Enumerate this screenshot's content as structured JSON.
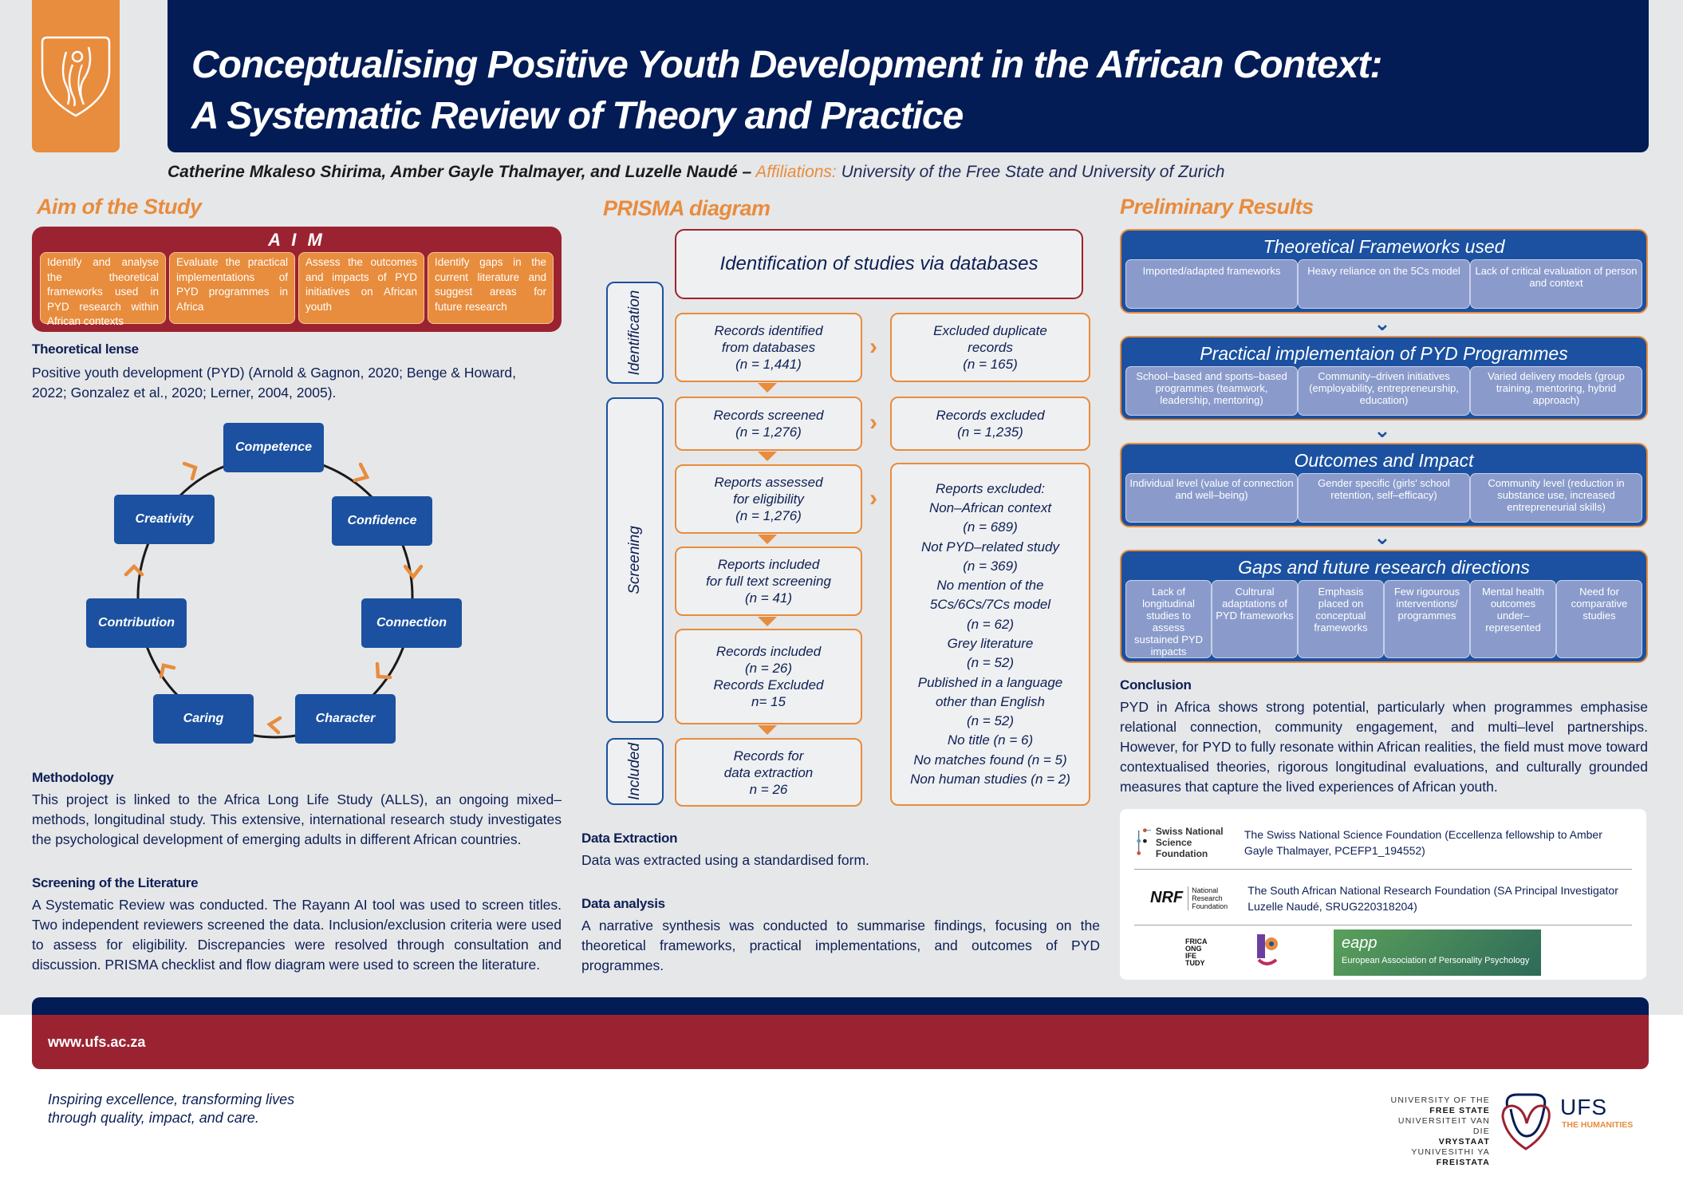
{
  "header": {
    "title_line1": "Conceptualising Positive Youth Development in the African Context:",
    "title_line2": "A Systematic Review of Theory and Practice",
    "authors": "Catherine Mkaleso Shirima, Amber Gayle Thalmayer, and Luzelle Naudé –",
    "affiliations_label": "Affiliations:",
    "affiliations": "University of the Free State and University of Zurich",
    "logo_icon": "ufs-shield-flame-icon"
  },
  "aim_section": {
    "heading": "Aim of the Study",
    "box_title": "A I M",
    "items": [
      "Identify and analyse the theoretical frameworks used in PYD research within African contexts",
      "Evaluate the practical implementations of PYD programmes in Africa",
      "Assess the outcomes and impacts of PYD initiatives on African youth",
      "Identify gaps in the current literature and suggest areas for future research"
    ],
    "theoretical_lense_heading": "Theoretical lense",
    "theoretical_lense_text": "Positive youth development (PYD) (Arnold & Gagnon, 2020; Benge & Howard, 2022; Gonzalez et al., 2020; Lerner, 2004, 2005)."
  },
  "cycle": {
    "nodes": [
      "Competence",
      "Confidence",
      "Connection",
      "Character",
      "Caring",
      "Contribution",
      "Creativity"
    ],
    "arrow_color": "#e88c3d",
    "node_color": "#1b51a0"
  },
  "methodology": {
    "heading": "Methodology",
    "text": "This project is linked to the Africa Long Life Study (ALLS), an ongoing mixed–methods, longitudinal study. This extensive, international research study investigates the psychological development of emerging adults in different African countries."
  },
  "screening": {
    "heading": "Screening of the Literature",
    "text": "A Systematic Review was conducted. The Rayann AI tool was used to screen titles. Two independent reviewers screened the data. Inclusion/exclusion criteria were used to assess for eligibility. Discrepancies were resolved through consultation and discussion. PRISMA checklist and flow diagram were used to screen the literature."
  },
  "prisma": {
    "heading": "PRISMA diagram",
    "top_box": "Identification of studies via databases",
    "phases": [
      "Identification",
      "Screening",
      "Included"
    ],
    "left_boxes": [
      [
        "Records identified",
        "from databases",
        "(n = 1,441)"
      ],
      [
        "Records screened",
        "(n = 1,276)"
      ],
      [
        "Reports assessed",
        "for eligibility",
        "(n = 1,276)"
      ],
      [
        "Reports included",
        "for full text screening",
        "(n = 41)"
      ],
      [
        "Records included",
        "(n = 26)",
        "Records Excluded",
        "n= 15"
      ],
      [
        "Records for",
        "data extraction",
        "n = 26"
      ]
    ],
    "right_boxes": [
      [
        "Excluded duplicate",
        "records",
        "(n = 165)"
      ],
      [
        "Records excluded",
        "(n = 1,235)"
      ],
      [
        "Reports excluded:",
        "Non–African context",
        "(n = 689)",
        "Not PYD–related study",
        "(n = 369)",
        "No mention of the",
        "5Cs/6Cs/7Cs model",
        "(n = 62)",
        "Grey literature",
        "(n = 52)",
        "Published in a language",
        "other than English",
        "(n = 52)",
        "No title (n = 6)",
        "No matches found (n = 5)",
        "Non human studies (n = 2)"
      ]
    ]
  },
  "data_extraction": {
    "heading": "Data Extraction",
    "text": "Data was extracted using a standardised form."
  },
  "data_analysis": {
    "heading": "Data analysis",
    "text": "A narrative synthesis was conducted to summarise findings, focusing on the theoretical frameworks, practical implementations, and outcomes of PYD programmes."
  },
  "results": {
    "heading": "Preliminary Results",
    "panels": [
      {
        "title": "Theoretical Frameworks used",
        "items": [
          "Imported/adapted frameworks",
          "Heavy reliance on the 5Cs model",
          "Lack of critical evaluation of person and context"
        ]
      },
      {
        "title": "Practical implementaion of PYD Programmes",
        "items": [
          "School–based and sports–based programmes (teamwork, leadership, mentoring)",
          "Community–driven initiatives (employability, entrepreneurship, education)",
          "Varied delivery models (group training, mentoring, hybrid approach)"
        ]
      },
      {
        "title": "Outcomes and Impact",
        "items": [
          "Individual level (value of connection and well–being)",
          "Gender specific (girls' school retention, self–efficacy)",
          "Community level (reduction in substance use, increased entrepreneurial skills)"
        ]
      },
      {
        "title": "Gaps  and future research directions",
        "items": [
          "Lack of longitudinal studies to assess sustained PYD impacts",
          "Cultrural adaptations of PYD frameworks",
          "Emphasis placed on conceptual frameworks",
          "Few rigourous interventions/ programmes",
          "Mental health outcomes under– represented",
          "Need for comparative studies"
        ]
      }
    ]
  },
  "conclusion": {
    "heading": "Conclusion",
    "text": "PYD in Africa shows strong potential, particularly when programmes emphasise relational connection, community engagement, and multi–level partnerships. However, for PYD to fully resonate within African realities, the field must move toward contextualised theories, rigorous longitudinal evaluations, and culturally grounded measures that capture the lived experiences of African youth."
  },
  "funders": {
    "snsf_logo_line1": "Swiss National",
    "snsf_logo_line2": "Science Foundation",
    "snsf_text": "The Swiss National Science Foundation (Eccellenza fellowship to Amber Gayle Thalmayer, PCEFP1_194552)",
    "nrf_logo": "NRF",
    "nrf_logo_sub1": "National",
    "nrf_logo_sub2": "Research",
    "nrf_logo_sub3": "Foundation",
    "nrf_text": "The South African National Research Foundation (SA Principal Investigator Luzelle Naudé, SRUG220318204)",
    "alls_logo_lines": [
      "FRICA",
      "ONG",
      "IFE",
      "TUDY"
    ],
    "eapp_logo": "eapp",
    "eapp_name": "European Association of Personality Psychology"
  },
  "footer": {
    "url": "www.ufs.ac.za",
    "tagline_line1": "Inspiring excellence, transforming lives",
    "tagline_line2": "through quality, impact, and care.",
    "ufs_lines": [
      "UNIVERSITY OF THE",
      "FREE STATE",
      "UNIVERSITEIT VAN DIE",
      "VRYSTAAT",
      "YUNIVESITHI YA",
      "FREISTATA"
    ],
    "ufs_mark": "UFS",
    "ufs_faculty": "THE HUMANITIES"
  },
  "colors": {
    "navy": "#031c55",
    "orange": "#e88c3d",
    "maroon": "#9b2331",
    "blue": "#1b51a0",
    "light_blue": "#8a9bcb",
    "background": "#e6e7e9"
  }
}
